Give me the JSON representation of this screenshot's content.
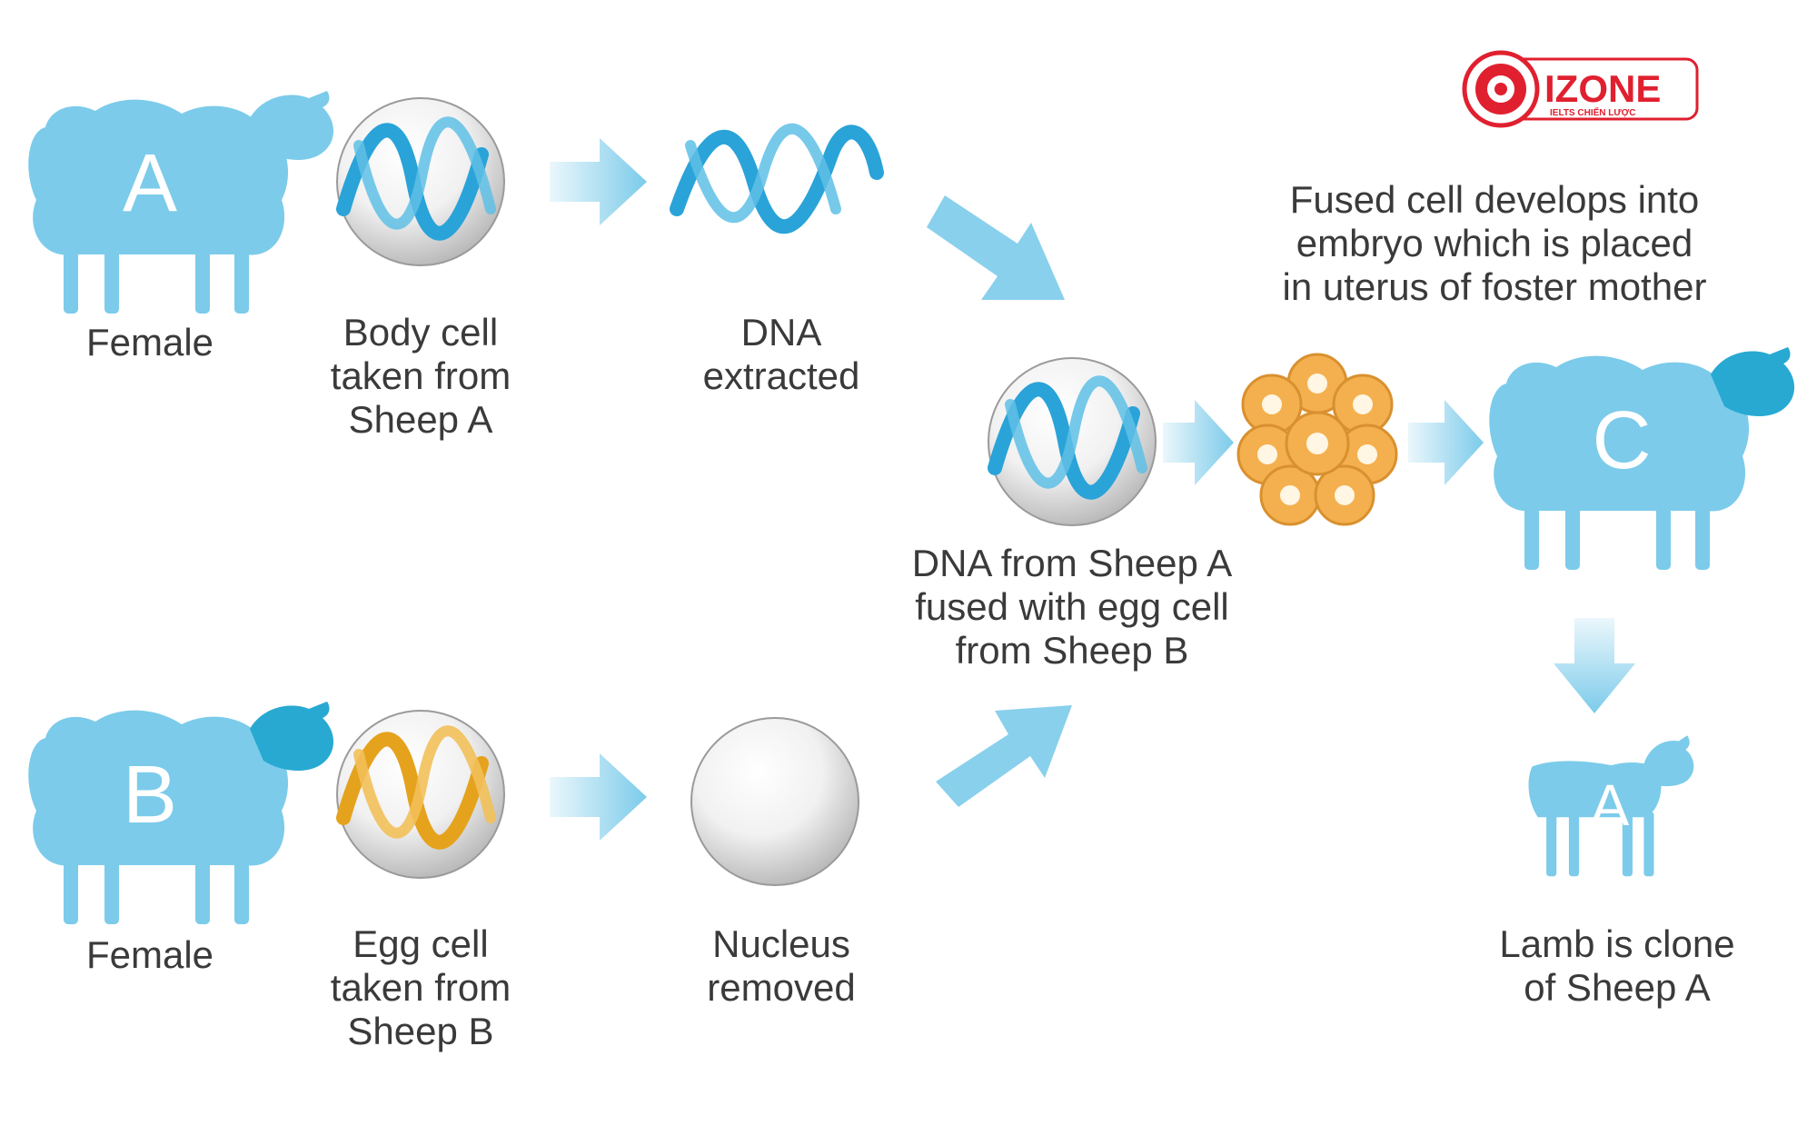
{
  "brand": {
    "name": "IZONE",
    "tagline": "IELTS CHIẾN LƯỢC",
    "color": "#e0202f"
  },
  "colors": {
    "sheep": "#7ccbea",
    "sheep_face": "#27a9d2",
    "arrow": "#7ccbea",
    "dna_blue": "#2aa3d8",
    "dna_gold": "#e5a21d",
    "embryo": "#f4b04e",
    "text": "#3a3a3a"
  },
  "sheep": {
    "a": {
      "letter": "A",
      "caption": "Female"
    },
    "b": {
      "letter": "B",
      "caption": "Female"
    },
    "c": {
      "letter": "C"
    },
    "lamb": {
      "letter": "A"
    }
  },
  "steps": {
    "body_cell": [
      "Body cell",
      "taken from",
      "Sheep A"
    ],
    "dna_extracted": [
      "DNA",
      "extracted"
    ],
    "egg_cell": [
      "Egg cell",
      "taken from",
      "Sheep B"
    ],
    "nucleus_removed": [
      "Nucleus",
      "removed"
    ],
    "fused": [
      "DNA from Sheep A",
      "fused with egg cell",
      "from Sheep B"
    ],
    "embryo": [
      "Fused cell develops into",
      "embryo which is placed",
      "in uterus of foster mother"
    ],
    "clone": [
      "Lamb is clone",
      "of Sheep A"
    ]
  }
}
